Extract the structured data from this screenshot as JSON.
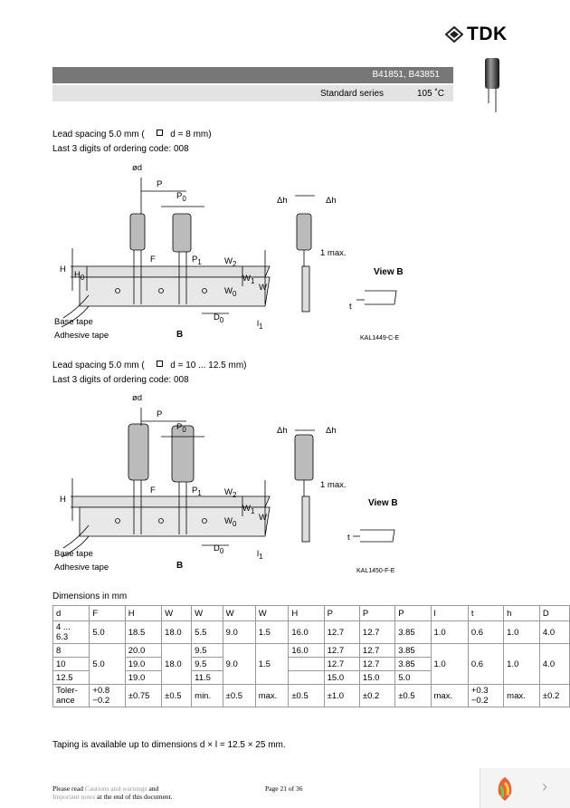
{
  "header": {
    "logo_text": "TDK",
    "logo_icon": "tdk-diamond-icon",
    "part_numbers": "B41851, B43851",
    "series": "Standard series",
    "temperature": "105 ˚C"
  },
  "section1": {
    "lead_spacing": "Lead spacing 5.0 mm (",
    "lead_spacing_d": "d = 8 mm)",
    "ordering": "Last 3 digits of ordering code: 008",
    "figure_code": "KAL1449-C-E"
  },
  "section2": {
    "lead_spacing": "Lead spacing 5.0 mm (",
    "lead_spacing_d": "d = 10 ... 12.5 mm)",
    "ordering": "Last 3 digits of ordering code: 008",
    "figure_code": "KAL1450-F-E"
  },
  "diagram_labels": {
    "od": "ød",
    "P": "P",
    "P0": "P",
    "P0_sub": "0",
    "P1": "P",
    "P1_sub": "1",
    "F": "F",
    "H": "H",
    "H0": "H",
    "H0_sub": "0",
    "W": "W",
    "W0": "W",
    "W0_sub": "0",
    "W1": "W",
    "W1_sub": "1",
    "W2": "W",
    "W2_sub": "2",
    "D0": "D",
    "D0_sub": "0",
    "dh": "Δh",
    "one_max": "1 max.",
    "view_b": "View B",
    "B": "B",
    "base_tape": "Base tape",
    "adhesive_tape": "Adhesive tape",
    "l1": "l",
    "l1_sub": "1",
    "t": "t"
  },
  "dimensions": {
    "caption": "Dimensions in mm",
    "headers": [
      "d",
      "F",
      "H",
      "W",
      "W",
      "W",
      "W",
      "H",
      "P",
      "P",
      "P",
      "l",
      "t",
      "h",
      "D"
    ],
    "rows": [
      [
        "4 ...\n6.3",
        "5.0",
        "18.5",
        "18.0",
        "5.5",
        "9.0",
        "1.5",
        "16.0",
        "12.7",
        "12.7",
        "3.85",
        "1.0",
        "0.6",
        "1.0",
        "4.0"
      ]
    ],
    "group2": {
      "d": [
        "8",
        "10",
        "12.5"
      ],
      "F": "5.0",
      "H": [
        "20.0",
        "19.0",
        "19.0"
      ],
      "W": "18.0",
      "W0": [
        "9.5",
        "9.5",
        "11.5"
      ],
      "W1": "9.0",
      "W2": "1.5",
      "H0": [
        "16.0",
        "",
        ""
      ],
      "P": [
        "12.7",
        "12.7",
        "15.0"
      ],
      "P0": [
        "12.7",
        "12.7",
        "15.0"
      ],
      "P1": [
        "3.85",
        "3.85",
        "5.0"
      ],
      "l": "1.0",
      "t": "0.6",
      "dh": "1.0",
      "D0": "4.0"
    },
    "tolerance": [
      "Toler-\nance",
      "+0.8\n−0.2",
      "±0.75",
      "±0.5",
      "min.",
      "±0.5",
      "max.",
      "±0.5",
      "±1.0",
      "±0.2",
      "±0.5",
      "max.",
      "+0.3\n−0.2",
      "max.",
      "±0.2"
    ]
  },
  "note": "Taping is available up to dimensions d   ×  l = 12.5 ×  25 mm.",
  "footer": {
    "left_a": "Please read ",
    "left_link": "Cautions and warnings",
    "left_b": " and",
    "left2_link": "Important notes",
    "left2_b": " at the end of this document.",
    "page": "Page 21 of 36"
  },
  "nav": {
    "next_icon": "chevron-right-icon",
    "brand_icon": "viewer-logo-icon"
  }
}
